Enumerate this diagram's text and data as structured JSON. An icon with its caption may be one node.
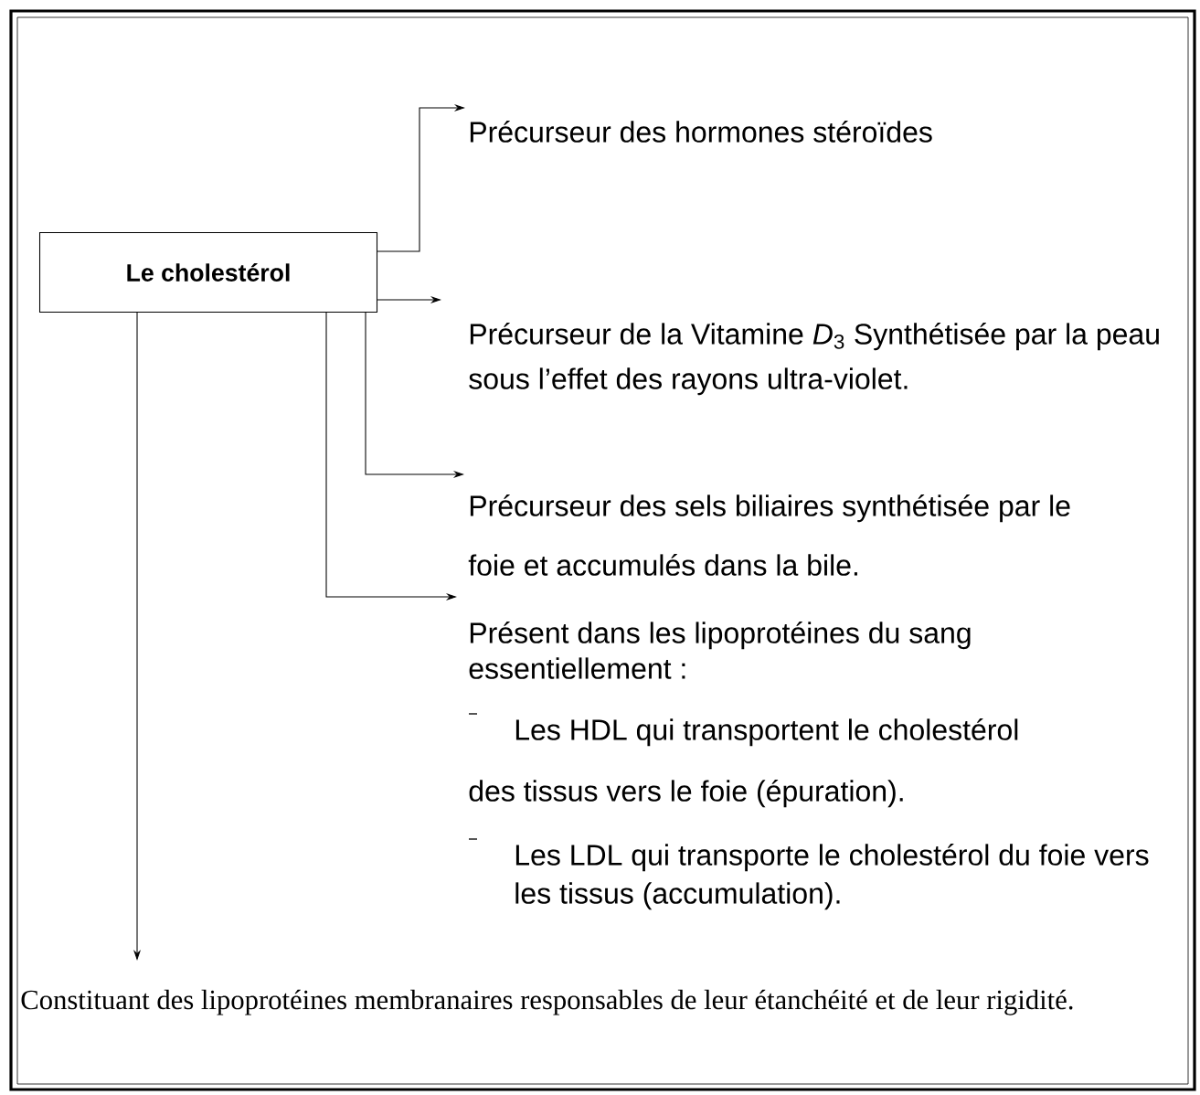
{
  "diagram": {
    "nodes": [
      {
        "text": [
          "Le cholestérol"
        ]
      },
      {
        "text": [
          "Précurseur des hormones stéroïdes"
        ]
      },
      {
        "text": [
          "Précurseur de la Vitamine *D*$_{3}$ Synthétisée par la peau sous l’effet des rayons ultra-violet."
        ]
      },
      {
        "text": [
          "Précurseur des sels biliaires synthétisée par le foie et accumulés dans la bile."
        ]
      },
      {
        "text": [
          "Présent dans les lipoprotéines du sang essentiellement :",
          "Les HDL qui transportent le cholestérol des tissus vers le foie (épuration).",
          "Les LDL qui transporte le cholestérol du foie vers les tissus (accumulation)."
        ]
      },
      {
        "text": [
          "Constituant des lipoprotéines membranaires responsables de leur étanchéité et de leur rigidité."
        ]
      }
    ],
    "edges": [
      {
        "from": 0,
        "to": 1,
        "arrow": "to"
      },
      {
        "from": 0,
        "to": 2,
        "arrow": "to"
      },
      {
        "from": 0,
        "to": 3,
        "arrow": "to"
      },
      {
        "from": 0,
        "to": 4,
        "arrow": "to"
      },
      {
        "from": 0,
        "to": 5,
        "arrow": "to"
      }
    ]
  }
}
